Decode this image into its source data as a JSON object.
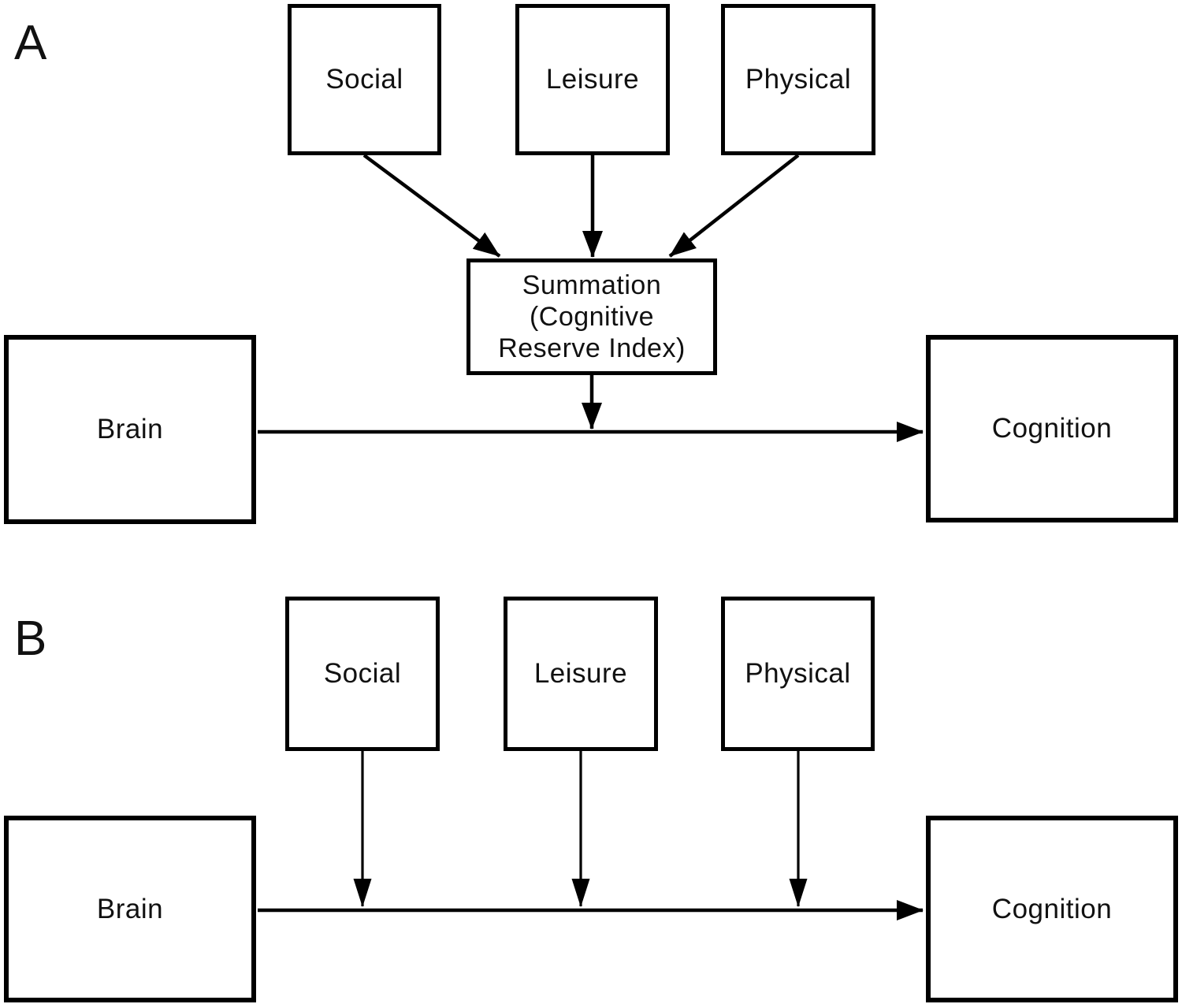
{
  "panel_a": {
    "label": "A",
    "social": "Social",
    "leisure": "Leisure",
    "physical": "Physical",
    "summation_line1": "Summation",
    "summation_line2": "(Cognitive",
    "summation_line3": "Reserve Index)",
    "brain": "Brain",
    "cognition": "Cognition"
  },
  "panel_b": {
    "label": "B",
    "social": "Social",
    "leisure": "Leisure",
    "physical": "Physical",
    "brain": "Brain",
    "cognition": "Cognition"
  },
  "colors": {
    "stroke": "#000000",
    "background": "#ffffff",
    "box_fill": "#ffffff",
    "text": "#111111"
  }
}
